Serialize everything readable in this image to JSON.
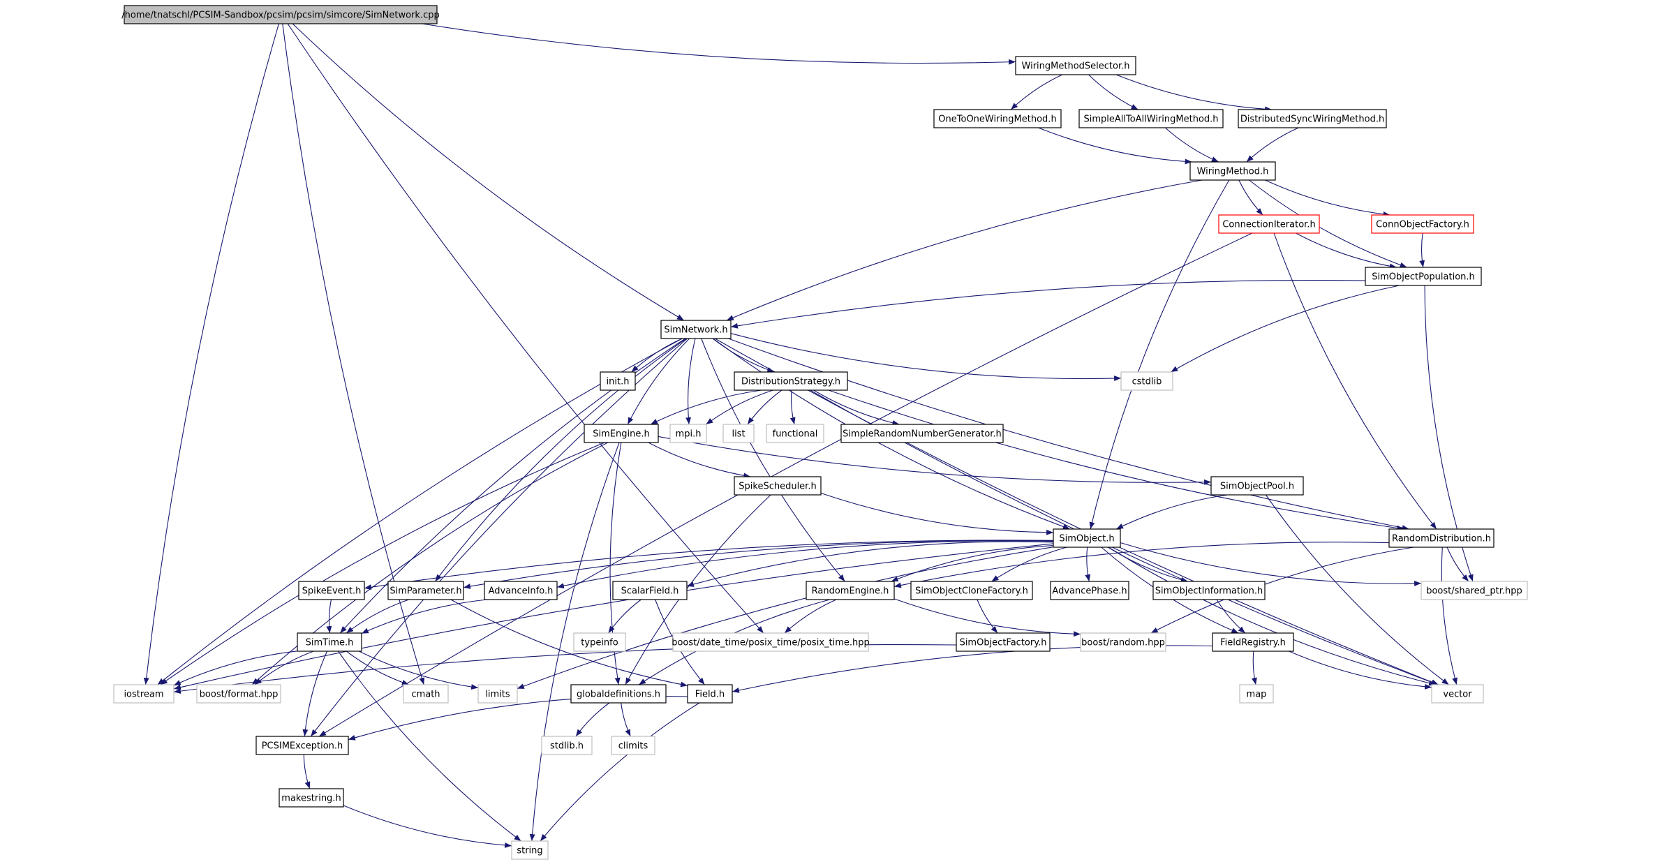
{
  "graph": {
    "edge_color": "#191970",
    "nodes": [
      {
        "id": "root",
        "label": "/home/tnatschl/PCSIM-Sandbox/pcsim/pcsim/simcore/SimNetwork.cpp",
        "kind": "root"
      },
      {
        "id": "wms",
        "label": "WiringMethodSelector.h",
        "kind": "normal"
      },
      {
        "id": "o2o",
        "label": "OneToOneWiringMethod.h",
        "kind": "normal"
      },
      {
        "id": "sata",
        "label": "SimpleAllToAllWiringMethod.h",
        "kind": "normal"
      },
      {
        "id": "dsw",
        "label": "DistributedSyncWiringMethod.h",
        "kind": "normal"
      },
      {
        "id": "wm",
        "label": "WiringMethod.h",
        "kind": "normal"
      },
      {
        "id": "ci",
        "label": "ConnectionIterator.h",
        "kind": "red"
      },
      {
        "id": "cof",
        "label": "ConnObjectFactory.h",
        "kind": "red"
      },
      {
        "id": "sop",
        "label": "SimObjectPopulation.h",
        "kind": "normal"
      },
      {
        "id": "sn",
        "label": "SimNetwork.h",
        "kind": "normal"
      },
      {
        "id": "cstdlib",
        "label": "cstdlib",
        "kind": "external"
      },
      {
        "id": "init",
        "label": "init.h",
        "kind": "normal"
      },
      {
        "id": "ds",
        "label": "DistributionStrategy.h",
        "kind": "normal"
      },
      {
        "id": "se",
        "label": "SimEngine.h",
        "kind": "normal"
      },
      {
        "id": "mpi",
        "label": "mpi.h",
        "kind": "external"
      },
      {
        "id": "list",
        "label": "list",
        "kind": "external"
      },
      {
        "id": "functional",
        "label": "functional",
        "kind": "external"
      },
      {
        "id": "srng",
        "label": "SimpleRandomNumberGenerator.h",
        "kind": "normal"
      },
      {
        "id": "ss",
        "label": "SpikeScheduler.h",
        "kind": "normal"
      },
      {
        "id": "spool",
        "label": "SimObjectPool.h",
        "kind": "normal"
      },
      {
        "id": "so",
        "label": "SimObject.h",
        "kind": "normal"
      },
      {
        "id": "rd",
        "label": "RandomDistribution.h",
        "kind": "normal"
      },
      {
        "id": "spe",
        "label": "SpikeEvent.h",
        "kind": "normal"
      },
      {
        "id": "sp",
        "label": "SimParameter.h",
        "kind": "normal"
      },
      {
        "id": "ai",
        "label": "AdvanceInfo.h",
        "kind": "normal"
      },
      {
        "id": "sf",
        "label": "ScalarField.h",
        "kind": "normal"
      },
      {
        "id": "re",
        "label": "RandomEngine.h",
        "kind": "normal"
      },
      {
        "id": "socf",
        "label": "SimObjectCloneFactory.h",
        "kind": "normal"
      },
      {
        "id": "ap",
        "label": "AdvancePhase.h",
        "kind": "normal"
      },
      {
        "id": "soi",
        "label": "SimObjectInformation.h",
        "kind": "normal"
      },
      {
        "id": "bsp",
        "label": "boost/shared_ptr.hpp",
        "kind": "external"
      },
      {
        "id": "st",
        "label": "SimTime.h",
        "kind": "normal"
      },
      {
        "id": "typeinfo",
        "label": "typeinfo",
        "kind": "external"
      },
      {
        "id": "bdt",
        "label": "boost/date_time/posix_time/posix_time.hpp",
        "kind": "external"
      },
      {
        "id": "sof",
        "label": "SimObjectFactory.h",
        "kind": "normal"
      },
      {
        "id": "brand",
        "label": "boost/random.hpp",
        "kind": "external"
      },
      {
        "id": "fr",
        "label": "FieldRegistry.h",
        "kind": "normal"
      },
      {
        "id": "iostream",
        "label": "iostream",
        "kind": "external"
      },
      {
        "id": "bfmt",
        "label": "boost/format.hpp",
        "kind": "external"
      },
      {
        "id": "cmath",
        "label": "cmath",
        "kind": "external"
      },
      {
        "id": "limits",
        "label": "limits",
        "kind": "external"
      },
      {
        "id": "gd",
        "label": "globaldefinitions.h",
        "kind": "normal"
      },
      {
        "id": "field",
        "label": "Field.h",
        "kind": "normal"
      },
      {
        "id": "map",
        "label": "map",
        "kind": "external"
      },
      {
        "id": "vector",
        "label": "vector",
        "kind": "external"
      },
      {
        "id": "stdlib",
        "label": "stdlib.h",
        "kind": "external"
      },
      {
        "id": "climits",
        "label": "climits",
        "kind": "external"
      },
      {
        "id": "pe",
        "label": "PCSIMException.h",
        "kind": "normal"
      },
      {
        "id": "ms",
        "label": "makestring.h",
        "kind": "normal"
      },
      {
        "id": "string",
        "label": "string",
        "kind": "external"
      }
    ],
    "edges": [
      [
        "root",
        "wms"
      ],
      [
        "root",
        "sn"
      ],
      [
        "root",
        "iostream"
      ],
      [
        "root",
        "cmath"
      ],
      [
        "root",
        "bdt"
      ],
      [
        "wms",
        "o2o"
      ],
      [
        "wms",
        "sata"
      ],
      [
        "wms",
        "dsw"
      ],
      [
        "o2o",
        "wm"
      ],
      [
        "sata",
        "wm"
      ],
      [
        "dsw",
        "wm"
      ],
      [
        "wm",
        "ci"
      ],
      [
        "wm",
        "cof"
      ],
      [
        "wm",
        "sop"
      ],
      [
        "wm",
        "sn"
      ],
      [
        "wm",
        "so"
      ],
      [
        "ci",
        "sop"
      ],
      [
        "ci",
        "rd"
      ],
      [
        "ci",
        "pe"
      ],
      [
        "cof",
        "sop"
      ],
      [
        "sop",
        "sn"
      ],
      [
        "sop",
        "cstdlib"
      ],
      [
        "sop",
        "bsp"
      ],
      [
        "sn",
        "init"
      ],
      [
        "sn",
        "ds"
      ],
      [
        "sn",
        "se"
      ],
      [
        "sn",
        "mpi"
      ],
      [
        "sn",
        "cstdlib"
      ],
      [
        "sn",
        "so"
      ],
      [
        "sn",
        "rd"
      ],
      [
        "sn",
        "re"
      ],
      [
        "sn",
        "sp"
      ],
      [
        "sn",
        "st"
      ],
      [
        "sn",
        "iostream"
      ],
      [
        "sn",
        "pe"
      ],
      [
        "sn",
        "vector"
      ],
      [
        "ds",
        "se"
      ],
      [
        "ds",
        "mpi"
      ],
      [
        "ds",
        "list"
      ],
      [
        "ds",
        "functional"
      ],
      [
        "ds",
        "srng"
      ],
      [
        "ds",
        "rd"
      ],
      [
        "ds",
        "vector"
      ],
      [
        "se",
        "ss"
      ],
      [
        "se",
        "spool"
      ],
      [
        "se",
        "gd"
      ],
      [
        "se",
        "iostream"
      ],
      [
        "se",
        "bfmt"
      ],
      [
        "se",
        "string"
      ],
      [
        "ss",
        "so"
      ],
      [
        "ss",
        "gd"
      ],
      [
        "spool",
        "so"
      ],
      [
        "spool",
        "vector"
      ],
      [
        "so",
        "spe"
      ],
      [
        "so",
        "sp"
      ],
      [
        "so",
        "ai"
      ],
      [
        "so",
        "sf"
      ],
      [
        "so",
        "re"
      ],
      [
        "so",
        "socf"
      ],
      [
        "so",
        "ap"
      ],
      [
        "so",
        "soi"
      ],
      [
        "so",
        "fr"
      ],
      [
        "so",
        "bsp"
      ],
      [
        "so",
        "iostream"
      ],
      [
        "so",
        "limits"
      ],
      [
        "so",
        "vector"
      ],
      [
        "rd",
        "re"
      ],
      [
        "rd",
        "bsp"
      ],
      [
        "rd",
        "brand"
      ],
      [
        "rd",
        "vector"
      ],
      [
        "spe",
        "st"
      ],
      [
        "sp",
        "st"
      ],
      [
        "sp",
        "field"
      ],
      [
        "ai",
        "st"
      ],
      [
        "sf",
        "typeinfo"
      ],
      [
        "sf",
        "field"
      ],
      [
        "re",
        "bdt"
      ],
      [
        "re",
        "brand"
      ],
      [
        "re",
        "gd"
      ],
      [
        "socf",
        "sof"
      ],
      [
        "sof",
        "iostream"
      ],
      [
        "soi",
        "fr"
      ],
      [
        "fr",
        "map"
      ],
      [
        "fr",
        "vector"
      ],
      [
        "fr",
        "field"
      ],
      [
        "st",
        "iostream"
      ],
      [
        "st",
        "bfmt"
      ],
      [
        "st",
        "cmath"
      ],
      [
        "st",
        "limits"
      ],
      [
        "st",
        "pe"
      ],
      [
        "st",
        "string"
      ],
      [
        "gd",
        "stdlib"
      ],
      [
        "gd",
        "climits"
      ],
      [
        "field",
        "pe"
      ],
      [
        "field",
        "string"
      ],
      [
        "pe",
        "ms"
      ],
      [
        "ms",
        "string"
      ]
    ]
  }
}
